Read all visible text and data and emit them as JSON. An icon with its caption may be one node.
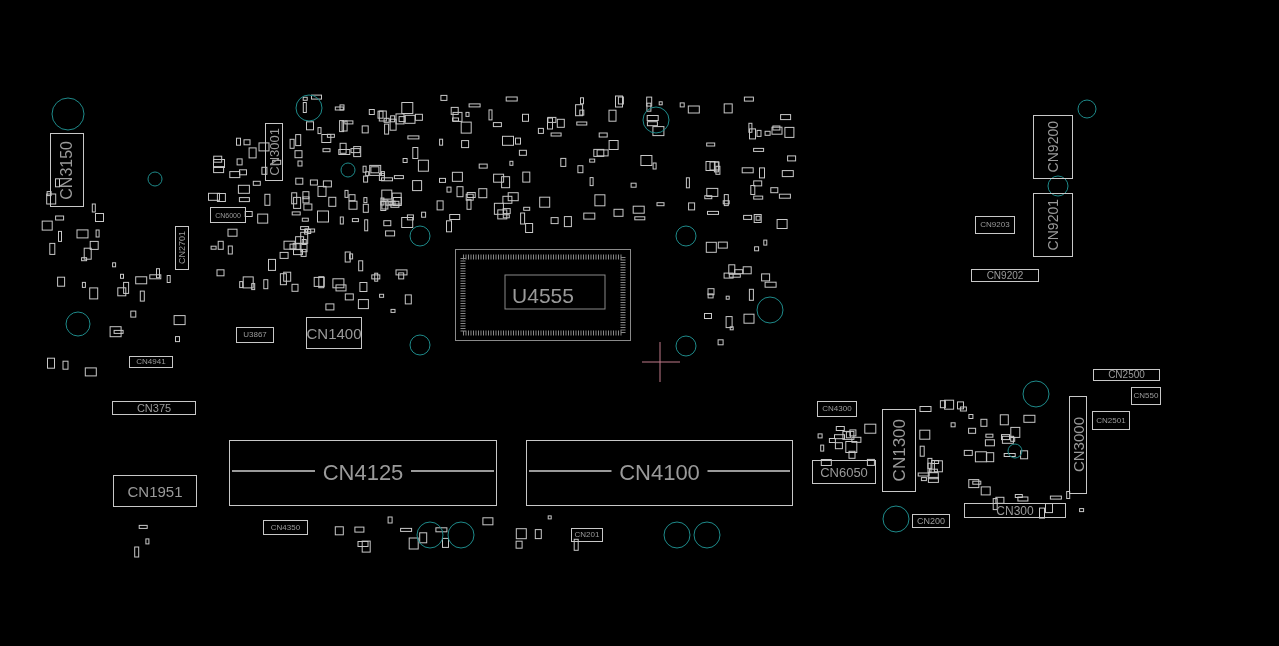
{
  "diagram": {
    "nodes": [
      {
        "text": [
          "CN3150"
        ]
      },
      {
        "text": [
          "CN3001"
        ]
      },
      {
        "text": [
          "CN6000"
        ]
      },
      {
        "text": [
          "CN2701"
        ]
      },
      {
        "text": [
          "U4555"
        ]
      },
      {
        "text": [
          "CN1400"
        ]
      },
      {
        "text": [
          "U3867"
        ]
      },
      {
        "text": [
          "CN4941"
        ]
      },
      {
        "text": [
          "CN375"
        ]
      },
      {
        "text": [
          "CN1951"
        ]
      },
      {
        "text": [
          "CN4125"
        ]
      },
      {
        "text": [
          "CN4100"
        ]
      },
      {
        "text": [
          "CN4350"
        ]
      },
      {
        "text": [
          "CN201"
        ]
      },
      {
        "text": [
          "CN9200"
        ]
      },
      {
        "text": [
          "CN9201"
        ]
      },
      {
        "text": [
          "CN9203"
        ]
      },
      {
        "text": [
          "CN9202"
        ]
      },
      {
        "text": [
          "CN2500"
        ]
      },
      {
        "text": [
          "CN550"
        ]
      },
      {
        "text": [
          "CN2501"
        ]
      },
      {
        "text": [
          "CN4300"
        ]
      },
      {
        "text": [
          "CN6050"
        ]
      },
      {
        "text": [
          "CN1300"
        ]
      },
      {
        "text": [
          "CN3000"
        ]
      },
      {
        "text": [
          "CN300"
        ]
      },
      {
        "text": [
          "CN200"
        ]
      }
    ]
  }
}
